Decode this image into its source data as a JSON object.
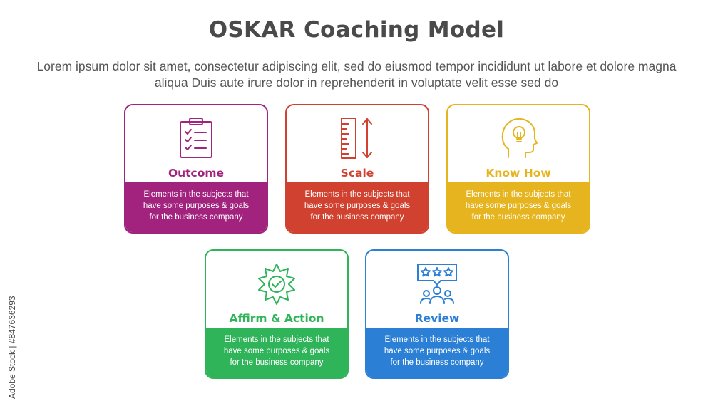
{
  "title": "OSKAR Coaching Model",
  "subtitle": "Lorem ipsum dolor sit amet, consectetur adipiscing elit, sed do eiusmod tempor incididunt ut labore et dolore magna aliqua Duis aute irure dolor in reprehenderit in voluptate velit esse sed do",
  "watermark": "Adobe Stock | #847636293",
  "cards": [
    {
      "label": "Outcome",
      "color": "#a2237e",
      "icon": "checklist-clipboard-icon",
      "text": "Elements in the subjects that\nhave  some purposes & goals\nfor the  business company"
    },
    {
      "label": "Scale",
      "color": "#d0412f",
      "icon": "ruler-scale-icon",
      "text": "Elements in the subjects that\nhave  some purposes & goals\nfor the  business company"
    },
    {
      "label": "Know How",
      "color": "#e6b41f",
      "icon": "head-lightbulb-icon",
      "text": "Elements in the subjects that\nhave  some purposes & goals\nfor the  business company"
    },
    {
      "label": "Affirm & Action",
      "color": "#2fb45a",
      "icon": "badge-check-icon",
      "text": "Elements in the subjects that\nhave  some purposes & goals\nfor the  business company"
    },
    {
      "label": "Review",
      "color": "#2b7fd4",
      "icon": "rating-review-icon",
      "text": "Elements in the subjects that\nhave  some purposes & goals\nfor the  business company"
    }
  ]
}
